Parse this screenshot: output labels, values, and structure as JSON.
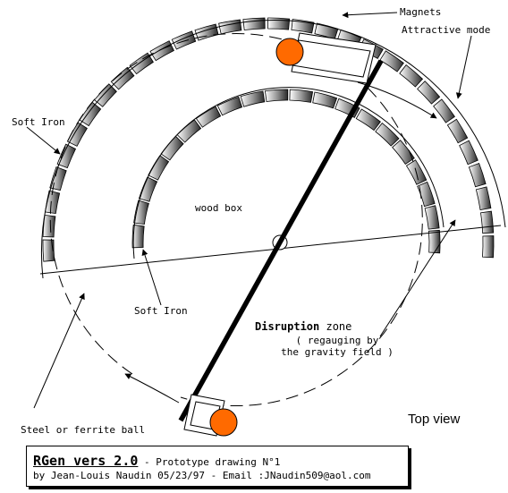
{
  "labels": {
    "magnets": "Magnets",
    "attractive_mode": "Attractive mode",
    "soft_iron_outer": "Soft Iron",
    "wood_box": "wood box",
    "soft_iron_inner": "Soft Iron",
    "disruption": "Disruption",
    "zone": " zone",
    "regauging_line1": "( regauging by",
    "regauging_line2": "the gravity field )",
    "ball": "Steel or ferrite ball",
    "top_view": "Top view"
  },
  "title_block": {
    "title": "RGen vers 2.0",
    "subtitle": " - Prototype drawing N°1",
    "byline": "by Jean-Louis Naudin 05/23/97 - Email :JNaudin509@aol.com"
  },
  "colors": {
    "ink": "#000000",
    "ball": "#ff6a00",
    "magnet_light": "#ffffff",
    "magnet_mid": "#9a9a9a",
    "magnet_dark": "#2a2a2a"
  }
}
